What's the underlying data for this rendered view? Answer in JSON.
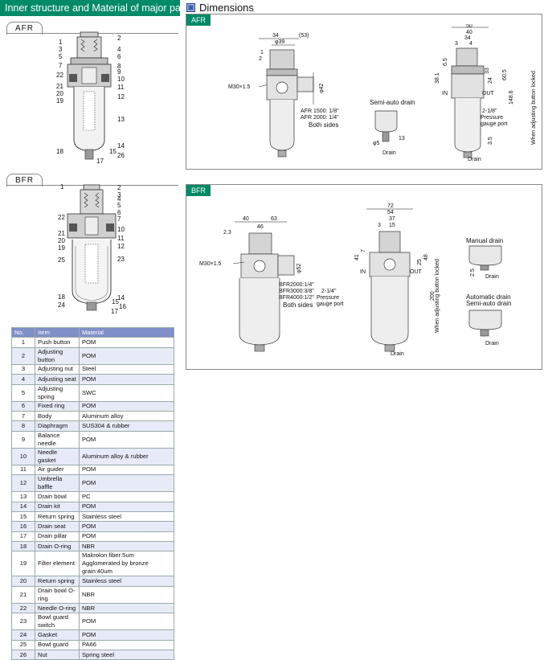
{
  "left_header": "Inner structure and Material of major parts",
  "right_header": "Dimensions",
  "afr_tab": "AFR",
  "bfr_tab": "BFR",
  "afr_panel_tag": "AFR",
  "bfr_panel_tag": "BFR",
  "table": {
    "headers": [
      "No.",
      "Item",
      "Material"
    ],
    "rows": [
      [
        "1",
        "Push button",
        "POM"
      ],
      [
        "2",
        "Adjusting button",
        "POM"
      ],
      [
        "3",
        "Adjusting nut",
        "Steel"
      ],
      [
        "4",
        "Adjusting seat",
        "POM"
      ],
      [
        "5",
        "Adjusting spring",
        "SWC"
      ],
      [
        "6",
        "Fixed ring",
        "POM"
      ],
      [
        "7",
        "Body",
        "Aluminum alloy"
      ],
      [
        "8",
        "Diaphragm",
        "SUS304 & rubber"
      ],
      [
        "9",
        "Balance needle",
        "POM"
      ],
      [
        "10",
        "Needle gasket",
        "Aluminum alloy & rubber"
      ],
      [
        "11",
        "Air guider",
        "POM"
      ],
      [
        "12",
        "Umbrella baffle",
        "POM"
      ],
      [
        "13",
        "Drain bowl",
        "PC"
      ],
      [
        "14",
        "Drain kit",
        "POM"
      ],
      [
        "15",
        "Return spring",
        "Stainless steel"
      ],
      [
        "16",
        "Drain seat",
        "POM"
      ],
      [
        "17",
        "Drain pillar",
        "POM"
      ],
      [
        "18",
        "Drain O-ring",
        "NBR"
      ],
      [
        "19",
        "Filter element",
        "Makrolon fiber:5um Agglomerated by bronze grain:40um"
      ],
      [
        "20",
        "Return spring",
        "Stainless steel"
      ],
      [
        "21",
        "Drain bowl O-ring",
        "NBR"
      ],
      [
        "22",
        "Needle O-ring",
        "NBR"
      ],
      [
        "23",
        "Bowl guard switch",
        "POM"
      ],
      [
        "24",
        "Gasket",
        "POM"
      ],
      [
        "25",
        "Bowl guard",
        "PA66"
      ],
      [
        "26",
        "Nut",
        "Spring steel"
      ]
    ]
  },
  "afr_callouts_right": [
    "2",
    "4",
    "6",
    "8",
    "9",
    "10",
    "11",
    "12",
    "13",
    "14",
    "15",
    "26",
    "17"
  ],
  "afr_callouts_left": [
    "1",
    "3",
    "5",
    "7",
    "22",
    "21",
    "20",
    "19",
    "18"
  ],
  "bfr_callouts_right": [
    "2",
    "3",
    "4",
    "5",
    "6",
    "7",
    "10",
    "11",
    "12",
    "23",
    "14",
    "15",
    "16",
    "17"
  ],
  "bfr_callouts_left": [
    "1",
    "22",
    "21",
    "20",
    "19",
    "25",
    "18",
    "24"
  ],
  "afr_dims": {
    "d34": "34",
    "d53": "(53)",
    "d39": "φ39",
    "d1": "1",
    "d2": "2",
    "m30": "M30×1.5",
    "d42": "φ42",
    "port1": "AFR 1500: 1/8\"",
    "port2": "AFR 2000: 1/4\"",
    "both_sides": "Both sides",
    "semi_auto": "Semi-auto drain",
    "d5": "φ5",
    "d13": "13",
    "drain": "Drain",
    "w50": "50",
    "w40": "40",
    "w34": "34",
    "w3": "3",
    "w4": "4",
    "h65": "6.5",
    "h38": "38.1",
    "h60": "60.5",
    "h24": "24",
    "h1486": "148.6",
    "h35": "3.5",
    "h33": "33",
    "in": "IN",
    "out": "OUT",
    "gp": "2-1/8\"",
    "gp_label1": "Pressure",
    "gp_label2": "gauge port",
    "drain2": "Drain",
    "locked": "When adjusting button locked"
  },
  "bfr_dims": {
    "d40": "40",
    "d63": "63",
    "d23": "2.3",
    "d46": "46",
    "m30": "M30×1.5",
    "d52": "φ52",
    "p1": "BFR2000:1/4\"",
    "p2": "BFR3000:3/8\"",
    "p3": "BFR4000:1/2\"",
    "both_sides": "Both sides",
    "w72": "72",
    "w54": "54",
    "w37": "37",
    "w3": "3",
    "w15": "15",
    "h41": "41",
    "h7": "7",
    "h25": "25",
    "h48": "48",
    "h200": "200",
    "in": "IN",
    "out": "OUT",
    "gp": "2-1/4\"",
    "gp_label1": "Pressure",
    "gp_label2": "gauge port",
    "drain": "Drain",
    "locked": "When adjusting button locked",
    "manual": "Manual drain",
    "h25b": "2.5",
    "drain_m": "Drain",
    "auto1": "Automatic drain",
    "auto2": "Semi-auto drain",
    "drain_a": "Drain"
  }
}
